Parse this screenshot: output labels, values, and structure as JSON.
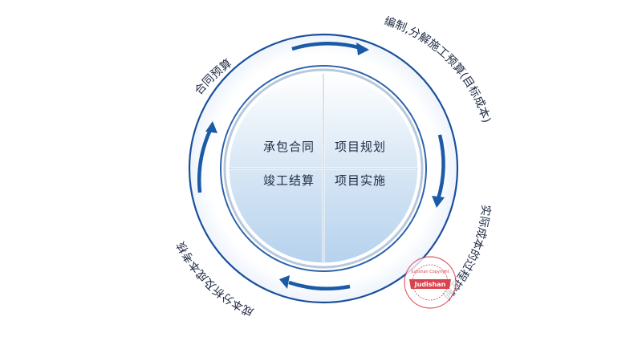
{
  "diagram": {
    "quadrants": {
      "top_left": "承包合同",
      "top_right": "项目规划",
      "bottom_left": "竣工结算",
      "bottom_right": "项目实施"
    },
    "stages": {
      "contract_budget": "合同预算",
      "construction_budget": "编制,分解施工预算(目标成本)",
      "actual_cost": "实际成本的过程控制",
      "cost_analysis": "成本分析及成本考核"
    },
    "stamp": {
      "main": "Judishan",
      "ring": "Judishan Copyright"
    },
    "colors": {
      "ring": "#1b4f9c",
      "arrow": "#1b5aa6",
      "inner_top": "#ffffff",
      "inner_bottom": "#bcd6ef",
      "stamp": "#d62f3a"
    }
  }
}
